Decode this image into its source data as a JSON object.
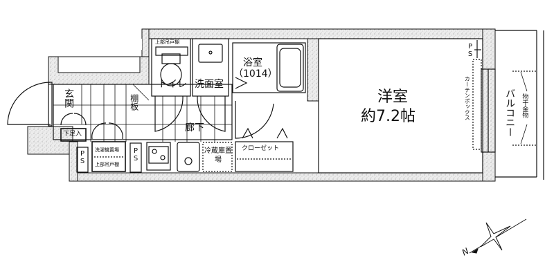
{
  "floorplan": {
    "rooms": {
      "western_room": {
        "name": "洋室",
        "size": "約7.2帖"
      },
      "bath": {
        "name": "浴室",
        "code": "（1014）"
      },
      "toilet": {
        "name": "トイレ"
      },
      "washroom": {
        "name": "洗面室"
      },
      "entrance": {
        "name": "玄関"
      },
      "hallway": {
        "name": "廊下"
      },
      "balcony": {
        "name": "バルコニー"
      },
      "closet": {
        "name": "クローゼット"
      }
    },
    "labels": {
      "toilet_upper_cabinet": "上部吊戸棚",
      "shelf": "棚板",
      "shoe_box": "下足入",
      "washer_space": "洗濯機置場",
      "upper_cabinet": "上部吊戸棚",
      "ps_left": "PS",
      "ps_mid": "PS",
      "ps_right": "PS",
      "fridge_space": "冷蔵庫置場",
      "curtain_box": "カーテンボックス",
      "laundry_hanger": "物干金物"
    },
    "compass": {
      "north_label": "N",
      "icon": "compass-rose-icon"
    },
    "colors": {
      "line": "#111111",
      "wall_fill": "#d9d9d9",
      "background": "#ffffff"
    }
  }
}
